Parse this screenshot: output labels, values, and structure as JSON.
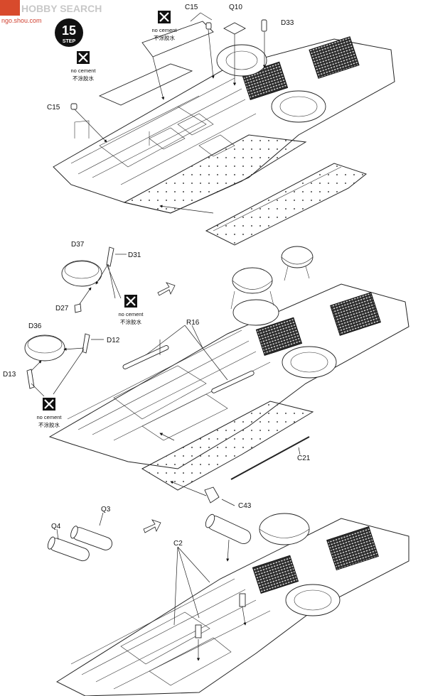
{
  "watermark": {
    "brand": "HOBBY SEARCH",
    "site": "ngo.shou.com"
  },
  "step": {
    "number": "15",
    "word": "STEP"
  },
  "notes": {
    "no_cement_en": "no cement",
    "no_cement_cn": "不涂胶水"
  },
  "part_labels": {
    "c15_top": "C15",
    "q10": "Q10",
    "d33": "D33",
    "c15_left": "C15",
    "d37": "D37",
    "d31": "D31",
    "d27": "D27",
    "d36": "D36",
    "d12": "D12",
    "d13": "D13",
    "r16": "R16",
    "c21": "C21",
    "c43": "C43",
    "q3": "Q3",
    "q4": "Q4",
    "c2": "C2"
  }
}
